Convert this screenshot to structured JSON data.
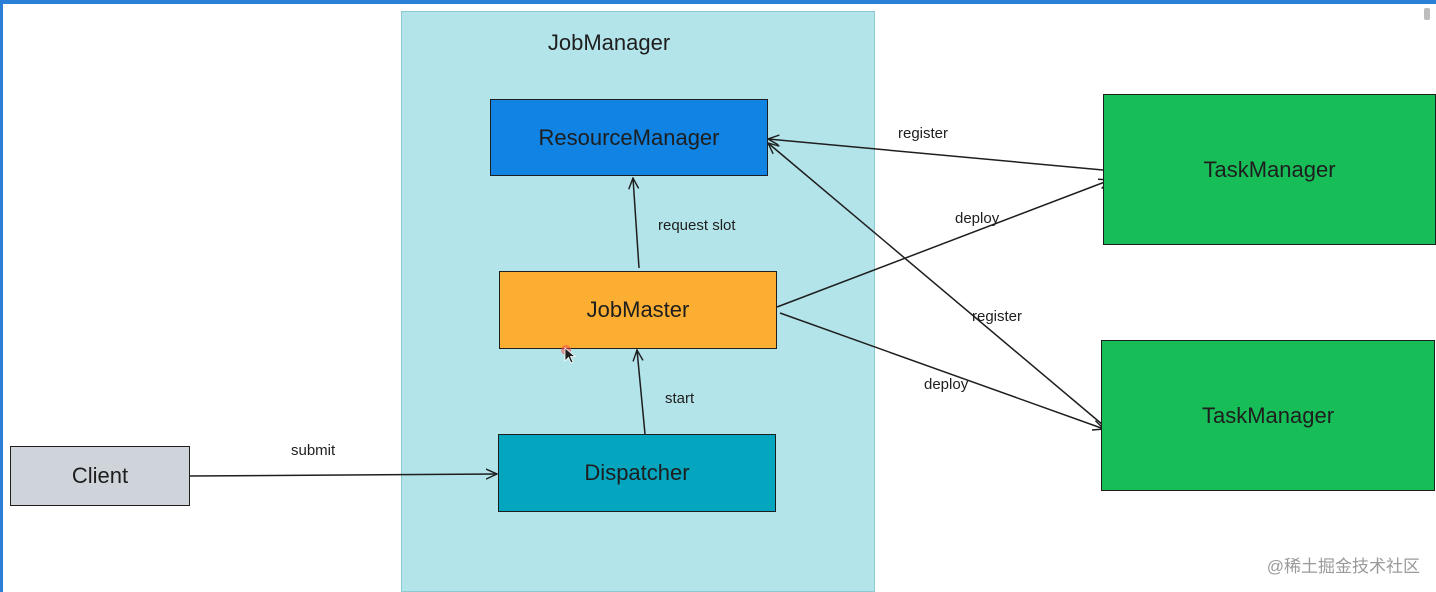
{
  "diagram": {
    "container": {
      "title": "JobManager",
      "fill": "#b3e4ea"
    },
    "nodes": {
      "resource_manager": {
        "label": "ResourceManager",
        "fill": "#1083e3"
      },
      "job_master": {
        "label": "JobMaster",
        "fill": "#fbae31"
      },
      "dispatcher": {
        "label": "Dispatcher",
        "fill": "#04a5bf"
      },
      "client": {
        "label": "Client",
        "fill": "#ced4da"
      },
      "task_manager_1": {
        "label": "TaskManager",
        "fill": "#17bd57"
      },
      "task_manager_2": {
        "label": "TaskManager",
        "fill": "#17bd57"
      }
    },
    "edges": {
      "submit": {
        "label": "submit",
        "from": "Client",
        "to": "Dispatcher"
      },
      "start": {
        "label": "start",
        "from": "Dispatcher",
        "to": "JobMaster"
      },
      "request_slot": {
        "label": "request slot",
        "from": "JobMaster",
        "to": "ResourceManager"
      },
      "register_1": {
        "label": "register",
        "from": "TaskManager",
        "to": "ResourceManager"
      },
      "deploy_1": {
        "label": "deploy",
        "from": "JobMaster",
        "to": "TaskManager"
      },
      "register_2": {
        "label": "register",
        "from": "TaskManager",
        "to": "ResourceManager"
      },
      "deploy_2": {
        "label": "deploy",
        "from": "JobMaster",
        "to": "TaskManager"
      }
    }
  },
  "watermark": "@稀土掘金技术社区",
  "colors": {
    "stroke": "#1e1e1e",
    "window_border": "#2b7fd6"
  }
}
